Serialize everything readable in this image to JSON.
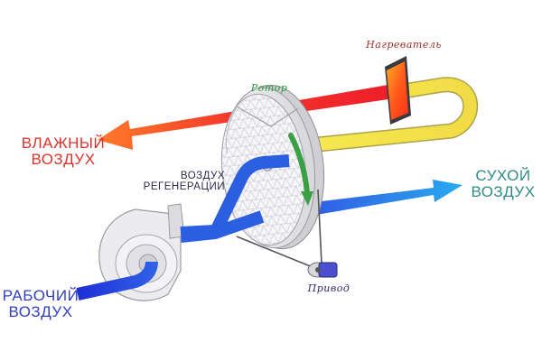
{
  "labels": {
    "wet_air": "ВЛАЖНЫЙ\nВОЗДУХ",
    "dry_air": "СУХОЙ\nВОЗДУХ",
    "regen_air": "ВОЗДУХ\nРЕГЕНЕРАЦИИ",
    "process_air": "РАБОЧИЙ\nВОЗДУХ",
    "rotor": "Ротор",
    "heater": "Нагреватель",
    "drive": "Привод"
  },
  "colors": {
    "wet_air": "#d9342b",
    "dry_air": "#2e8c86",
    "process_air": "#2f3fbf",
    "regen_air": "#3a3f6a",
    "rotor": "#2a9a3a",
    "heater": "#a0302a",
    "drive": "#2a2a6a",
    "regen_stream": "#f2e24a",
    "process_stream": "#2b5fe0",
    "hot_stream": "#e8402c"
  }
}
